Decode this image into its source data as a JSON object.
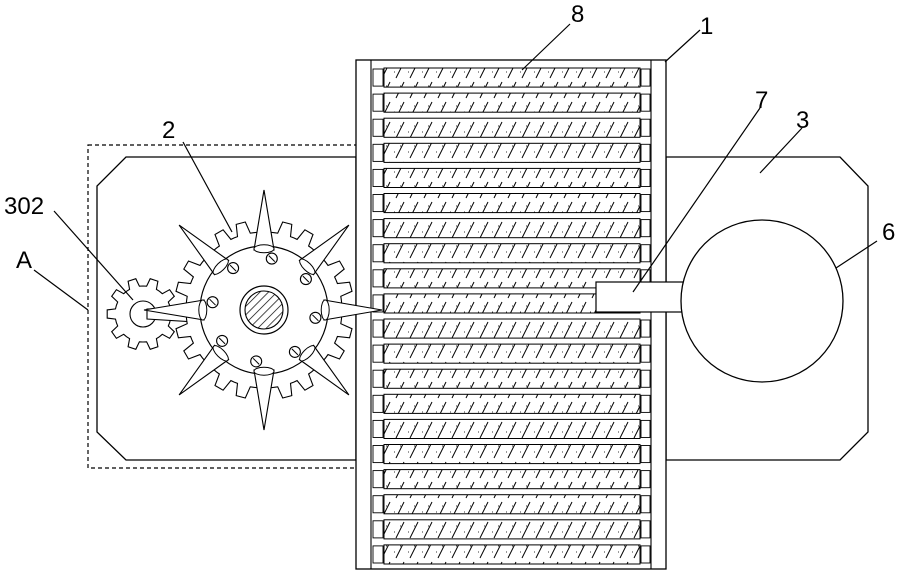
{
  "labels": {
    "body": "1",
    "wheel": "2",
    "housing": "3",
    "drive_gear": "302",
    "detail": "A",
    "disc": "6",
    "rod": "7",
    "rollers": "8"
  },
  "parts": {
    "roller_count": 20,
    "wheel_spike_count": 8,
    "wheel_bolt_count": 8,
    "wheel_tooth_count": 24,
    "gear_tooth_count": 10
  },
  "colors": {
    "line": "#000000",
    "background": "#ffffff"
  }
}
